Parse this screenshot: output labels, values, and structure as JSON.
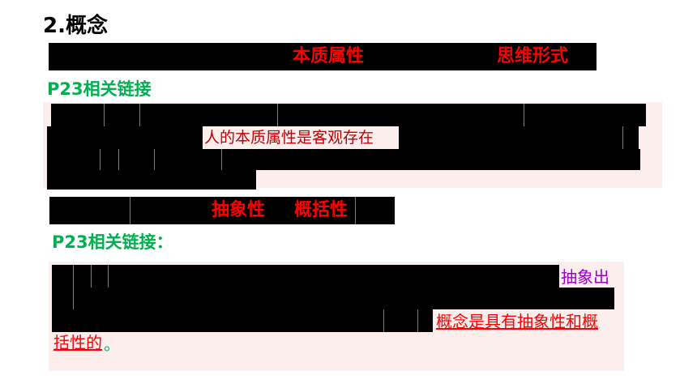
{
  "heading": "2.概念",
  "section1": {
    "term1": "本质属性",
    "term2": "思维形式"
  },
  "link1": "P23相关链接",
  "box1": {
    "highlight": "人的本质属性是客观存在"
  },
  "section2": {
    "term1": "抽象性",
    "term2": "概括性"
  },
  "link2": "P23相关链接：",
  "box2": {
    "purple_text": "抽象出",
    "underline_line1": "概念是具有抽象性和概",
    "underline_line2": "括性的",
    "end_mark": "。"
  },
  "colors": {
    "heading": "#000000",
    "link": "#00b050",
    "term": "#ff0000",
    "highlight": "#c00000",
    "purple": "#9900cc",
    "box_bg": "#fdeeee"
  }
}
